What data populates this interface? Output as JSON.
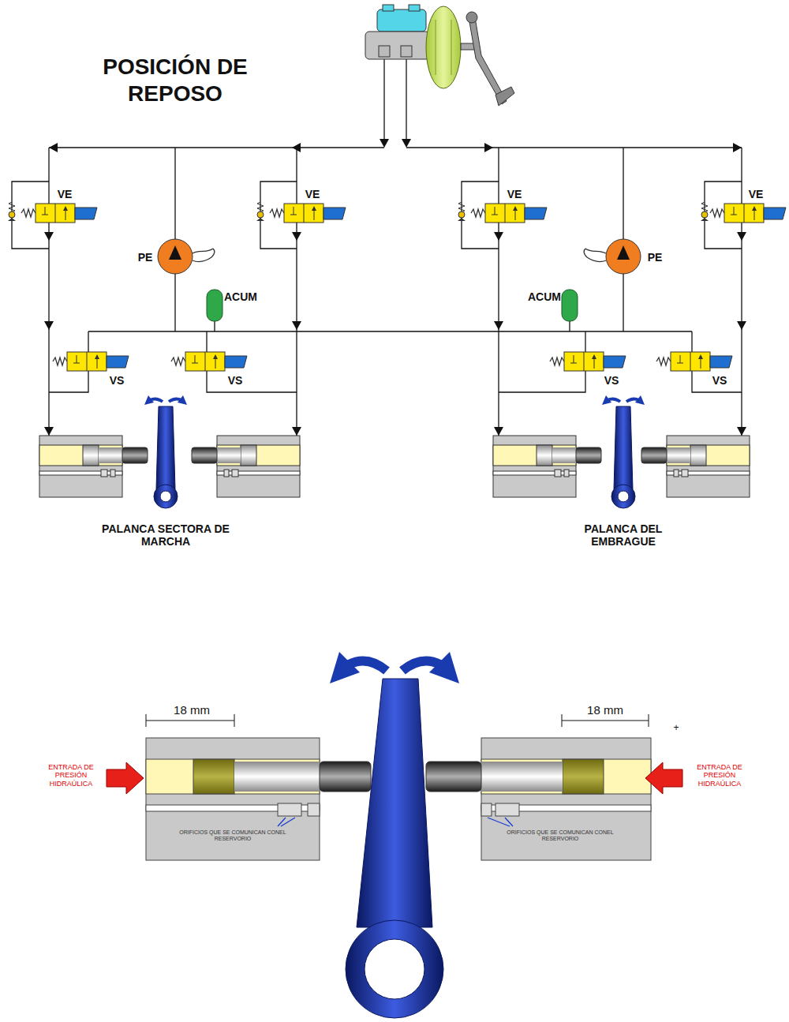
{
  "diagram": {
    "title": "POSICIÓN DE REPOSO",
    "labels": [
      "VE",
      "PE",
      "ACUM",
      "VE",
      "VS",
      "VS",
      "PALANCA SECTORA DE MARCHA",
      "VE",
      "ACUM",
      "PE",
      "VE",
      "VS",
      "VS",
      "PALANCA DEL EMBRAGUE",
      "18 mm",
      "18 mm",
      "+",
      "ENTRADA DE PRESIÓN HIDRAÚLICA",
      "ENTRADA DE PRESIÓN HIDRAÚLICA",
      "ORIFICIOS QUE SE COMUNICAN CONEL RESERVORIO",
      "ORIFICIOS QUE SE COMUNICAN CONEL RESERVORIO"
    ]
  }
}
